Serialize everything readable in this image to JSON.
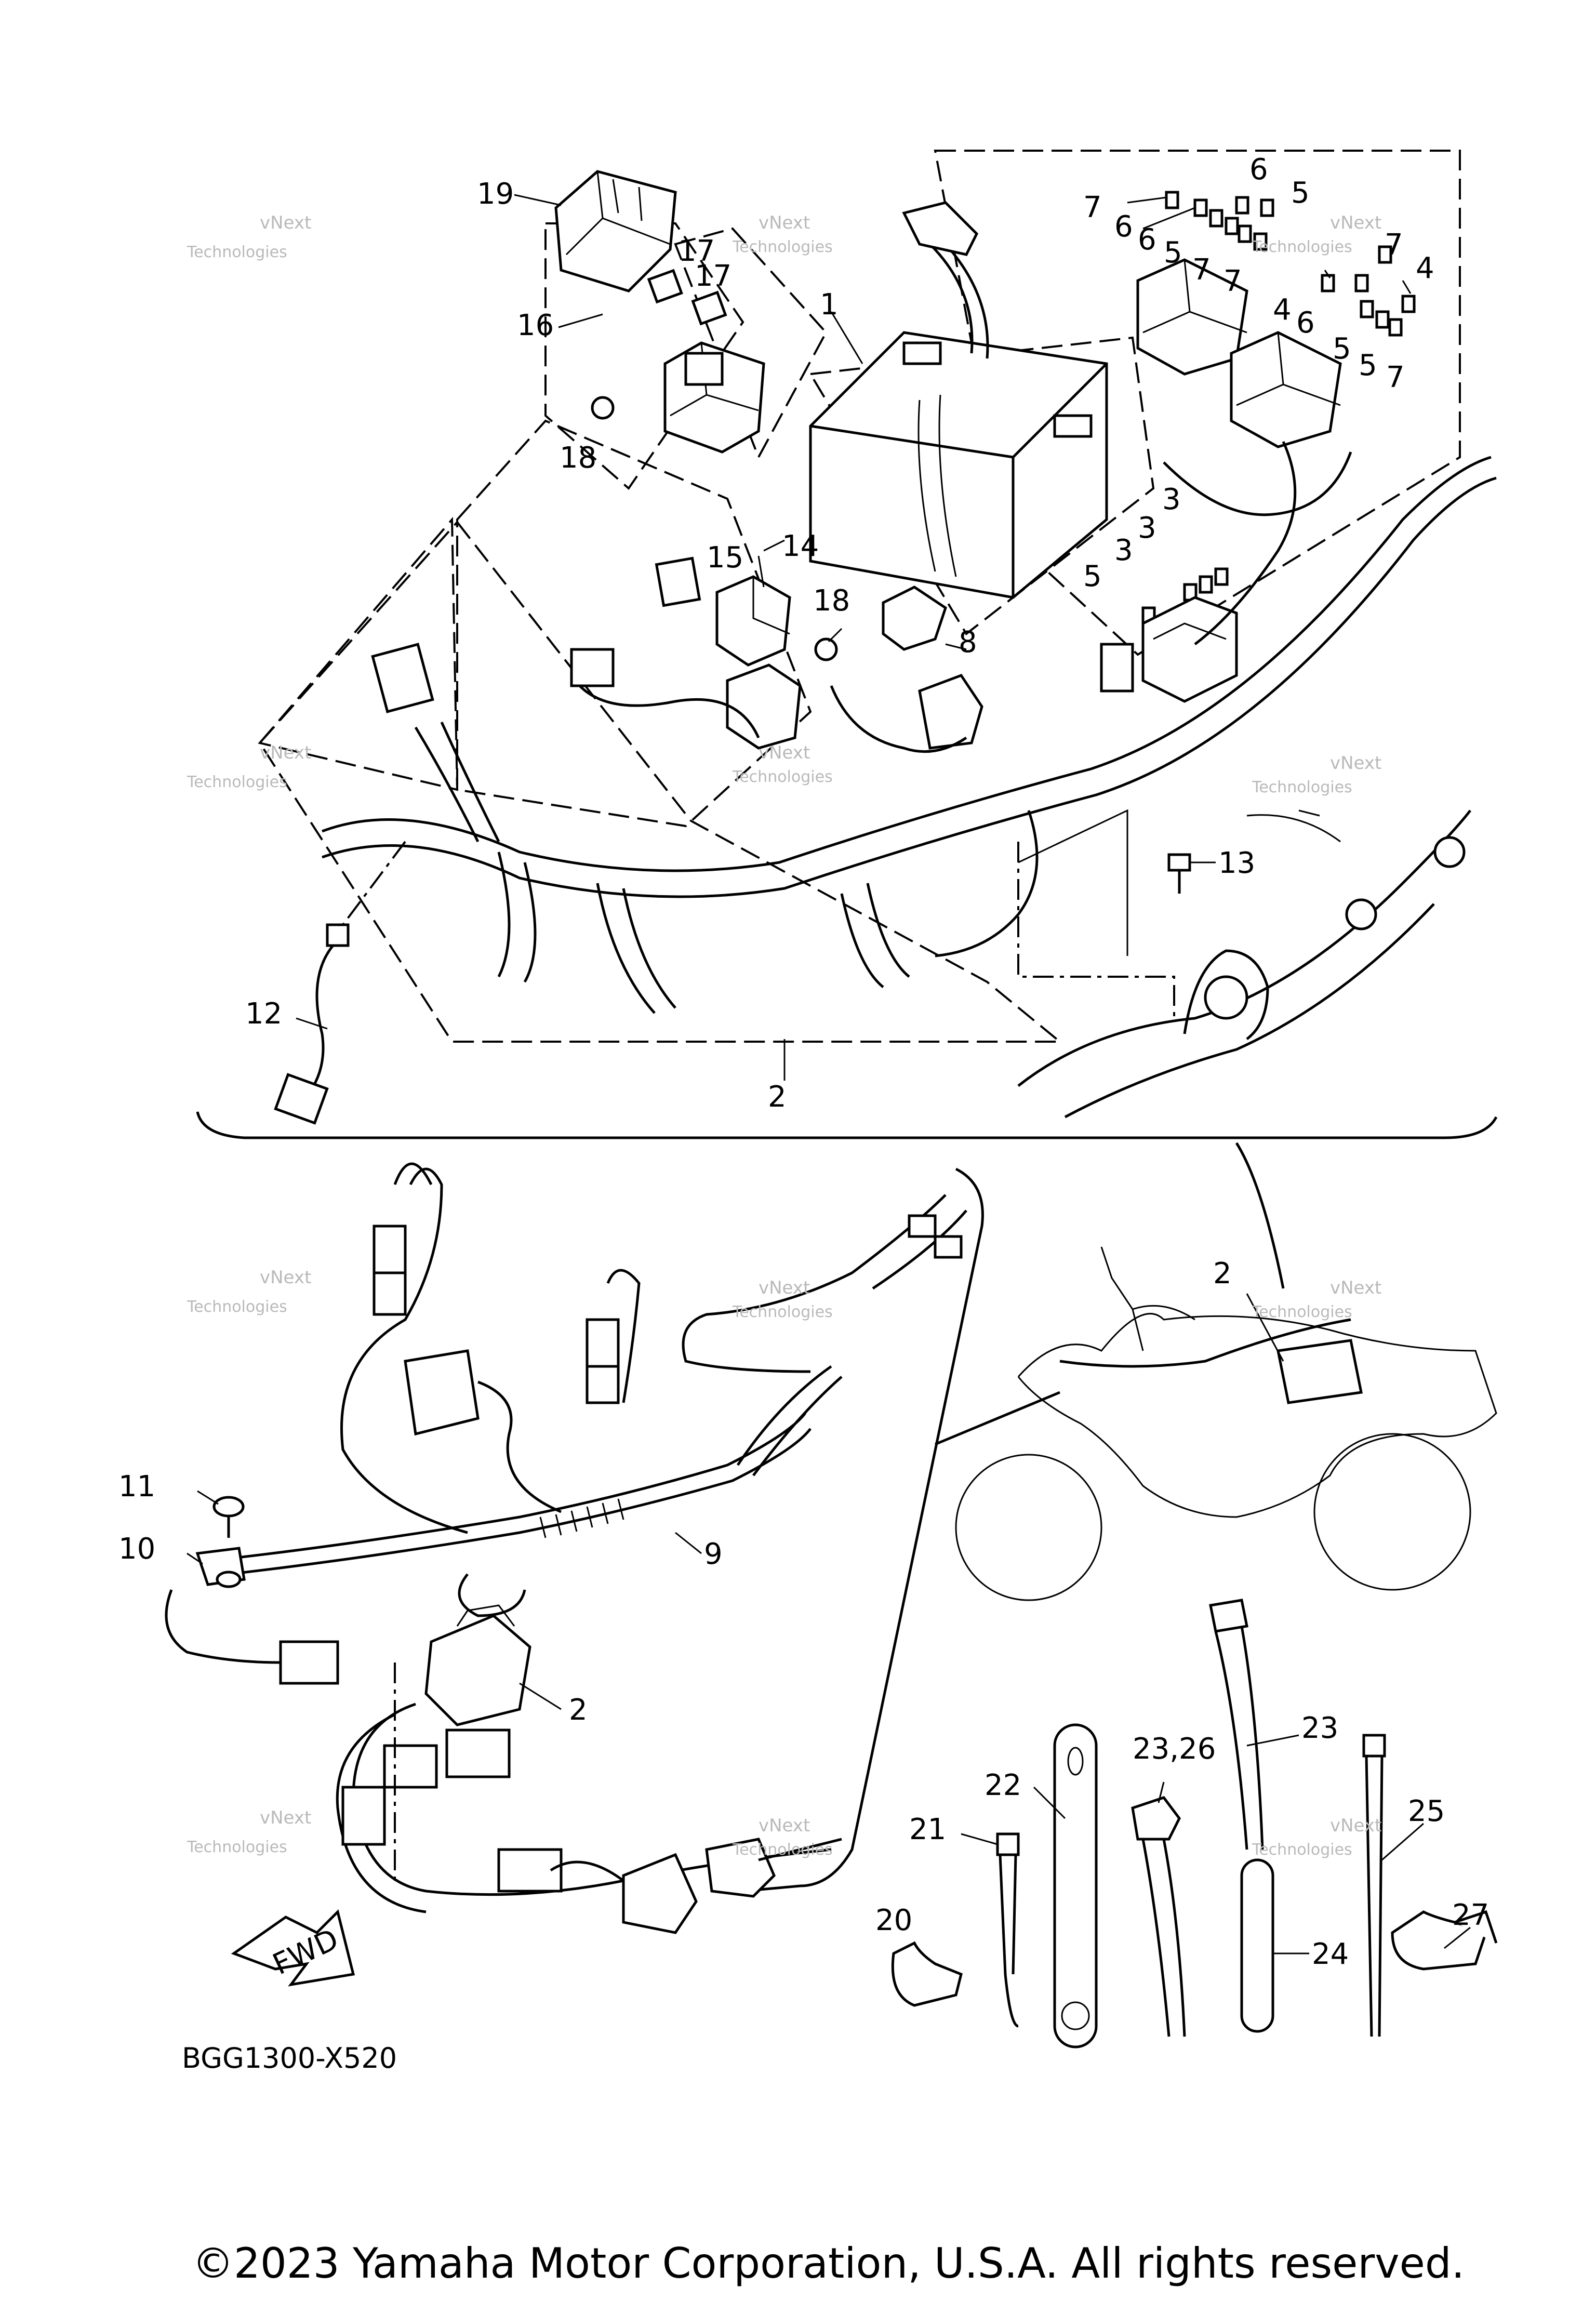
{
  "callouts": [
    {
      "label": "19"
    },
    {
      "label": "16"
    },
    {
      "label": "17"
    },
    {
      "label": "17"
    },
    {
      "label": "18"
    },
    {
      "label": "1"
    },
    {
      "label": "6"
    },
    {
      "label": "5"
    },
    {
      "label": "7"
    },
    {
      "label": "6"
    },
    {
      "label": "6"
    },
    {
      "label": "5"
    },
    {
      "label": "7"
    },
    {
      "label": "7"
    },
    {
      "label": "7"
    },
    {
      "label": "4"
    },
    {
      "label": "4"
    },
    {
      "label": "6"
    },
    {
      "label": "5"
    },
    {
      "label": "5"
    },
    {
      "label": "7"
    },
    {
      "label": "3"
    },
    {
      "label": "3"
    },
    {
      "label": "3"
    },
    {
      "label": "5"
    },
    {
      "label": "15"
    },
    {
      "label": "14"
    },
    {
      "label": "18"
    },
    {
      "label": "8"
    },
    {
      "label": "13"
    },
    {
      "label": "12"
    },
    {
      "label": "2"
    },
    {
      "label": "2"
    },
    {
      "label": "11"
    },
    {
      "label": "10"
    },
    {
      "label": "9"
    },
    {
      "label": "2"
    },
    {
      "label": "22"
    },
    {
      "label": "23,26"
    },
    {
      "label": "23"
    },
    {
      "label": "21"
    },
    {
      "label": "25"
    },
    {
      "label": "20"
    },
    {
      "label": "27"
    },
    {
      "label": "24"
    }
  ],
  "watermark": {
    "line1": "vNext",
    "line2": "Technologies"
  },
  "fwd_label": "FWD",
  "diagram_code": "BGG1300-X520",
  "copyright": "©2023 Yamaha Motor Corporation, U.S.A. All rights reserved."
}
